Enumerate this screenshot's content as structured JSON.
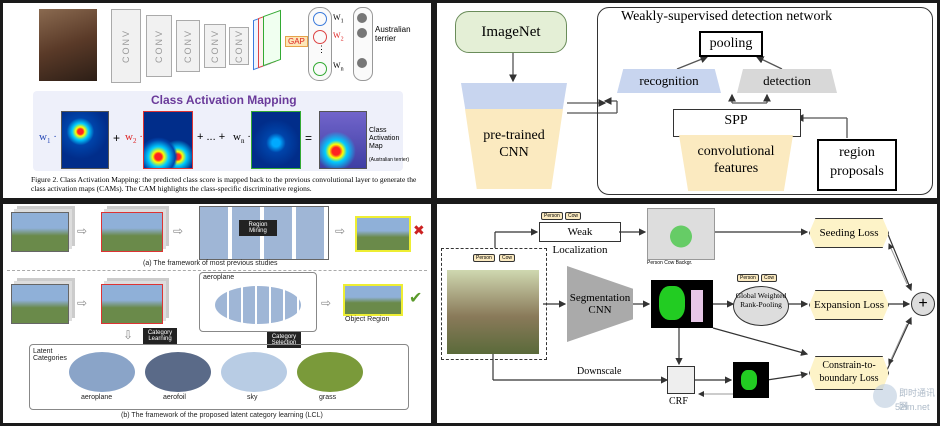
{
  "panel_tl": {
    "labels": {
      "conv": "CONV",
      "gap": "GAP",
      "output": "Australian terrier",
      "w1": "W",
      "w2": "W",
      "wn": "W",
      "sub1": "1",
      "sub2": "2",
      "subn": "n",
      "dots": "⋮"
    },
    "cam": {
      "title": "Class Activation Mapping",
      "w1": "w",
      "w1_sub": "1",
      "w2": "w",
      "w2_sub": "2",
      "wn": "w",
      "wn_sub": "n",
      "plus": "+",
      "dots": "+ ... +",
      "equals": "=",
      "result_title": "Class Activation Map",
      "result_sub": "(Australian terrier)"
    },
    "caption": "Figure 2. Class Activation Mapping: the predicted class score is mapped back to the previous convolutional layer to generate the class activation maps (CAMs). The CAM highlights the class-specific discriminative regions."
  },
  "panel_tr": {
    "imagenet": "ImageNet",
    "pretrained": "pre-trained CNN",
    "network_title": "Weakly-supervised detection network",
    "pooling": "pooling",
    "recognition": "recognition",
    "detection": "detection",
    "spp": "SPP",
    "conv_features": "convolutional features",
    "region_proposals": "region proposals"
  },
  "panel_bl": {
    "region_mining": "Region Mining",
    "caption_a": "(a) The framework of most previous studies",
    "aeroplane": "aeroplane",
    "object_region": "Object Region",
    "category_learning": "Category Learning",
    "category_selection": "Category Selection",
    "latent_categories": "Latent Categories",
    "categories": [
      "aeroplane",
      "aerofoil",
      "sky",
      "grass"
    ],
    "caption_b": "(b) The framework of the proposed latent category learning (LCL)",
    "cross": "✖",
    "check": "✔"
  },
  "panel_br": {
    "weak_localization": "Weak Localization",
    "person_tag": "Person",
    "cow_tag": "Cow",
    "legend": "Person  Cow  Backgr.",
    "seeding_loss": "Seeding Loss",
    "expansion_loss": "Expansion Loss",
    "constrain_loss": "Constrain-to-boundary Loss",
    "segmentation_cnn": "Segmentation CNN",
    "gwrp": "Global Weighted Rank-Pooling",
    "downscale": "Downscale",
    "crf": "CRF",
    "plus": "+",
    "watermark": "52im.net",
    "watermark_cn": "即时通讯网"
  }
}
